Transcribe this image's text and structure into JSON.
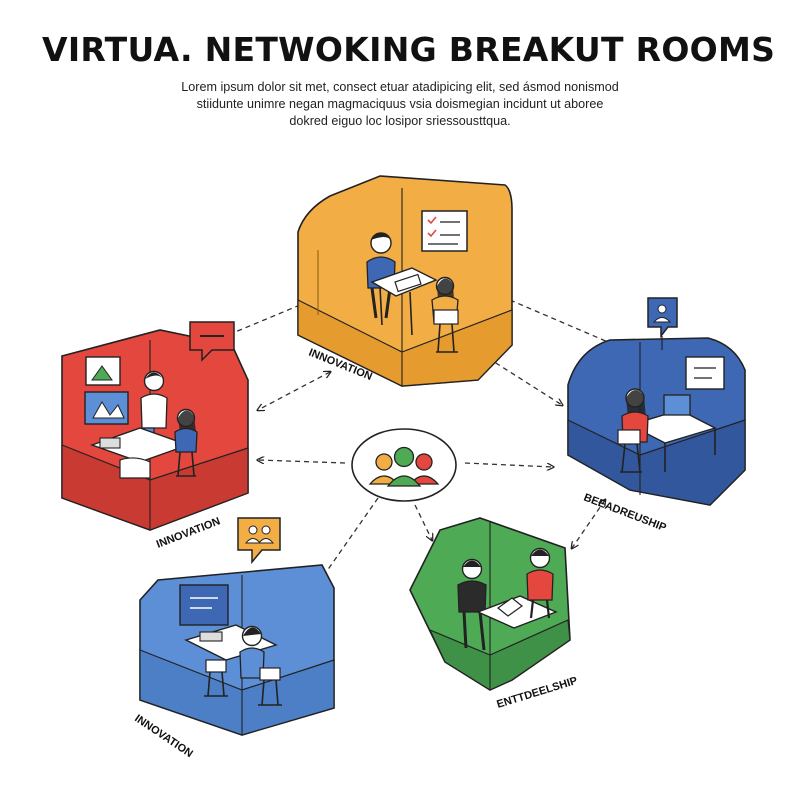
{
  "title": "VIRTUA. NETWOKING BREAKUT ROOMS",
  "subtitle_lines": [
    "Lorem ipsum dolor sit met, consect etuar atadipicing elit, sed ásmod nonismod",
    "stiidunte unimre negan magmaciquus vsia doismegian incidunt ut aboree",
    "dokred eiguo loc losipor sriessousttqua."
  ],
  "rooms": {
    "top": {
      "label": "INNOVATION",
      "color": "#F2AE45"
    },
    "left": {
      "label": "INNOVATION",
      "color": "#E3473E"
    },
    "right": {
      "label": "BEEADREUSHIP",
      "color": "#3F68B4"
    },
    "bottom_left": {
      "label": "INNOVATION",
      "color": "#5C8FD6"
    },
    "bottom_right": {
      "label": "ENTTDEELSHIP",
      "color": "#4FAA56"
    }
  },
  "hub": {
    "icon": "people-group-icon"
  },
  "icons": {
    "chat_left": "chat-bubble-icon",
    "chat_right": "user-chat-bubble-icon",
    "chat_bottom_left": "people-chat-bubble-icon",
    "screen": "presentation-screen-icon"
  }
}
